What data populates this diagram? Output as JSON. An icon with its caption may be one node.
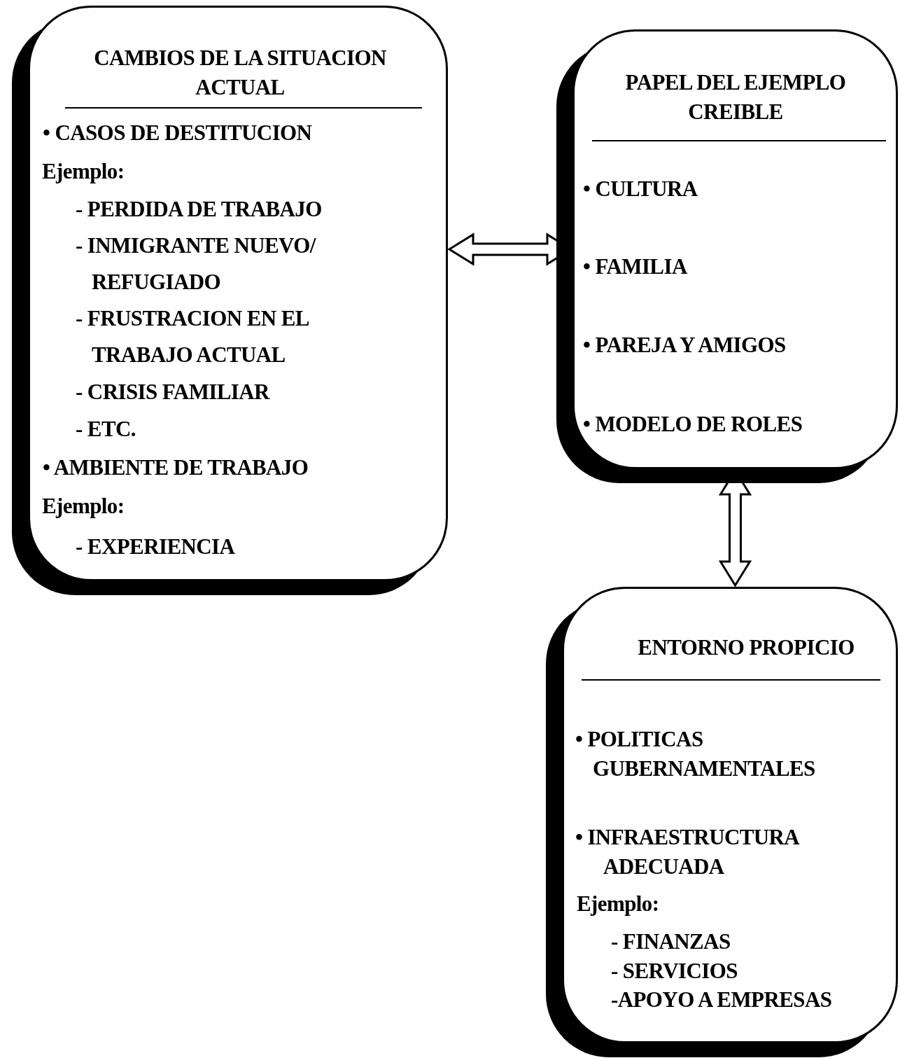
{
  "diagram": {
    "nodes": [
      {
        "text": [
          "CAMBIOS DE LA SITUACION ACTUAL",
          "• CASOS DE DESTITUCION",
          "Ejemplo:",
          "- PERDIDA DE TRABAJO",
          "- INMIGRANTE NUEVO/ REFUGIADO",
          "- FRUSTRACION EN EL TRABAJO ACTUAL",
          "- CRISIS FAMILIAR",
          "- ETC.",
          "• AMBIENTE DE TRABAJO",
          "Ejemplo:",
          "- EXPERIENCIA"
        ]
      },
      {
        "text": [
          "PAPEL DEL EJEMPLO CREIBLE",
          "• CULTURA",
          "• FAMILIA",
          "• PAREJA Y AMIGOS",
          "• MODELO DE ROLES"
        ]
      },
      {
        "text": [
          "ENTORNO PROPICIO",
          "• POLITICAS GUBERNAMENTALES",
          "• INFRAESTRUCTURA ADECUADA",
          "Ejemplo:",
          "- FINANZAS",
          "- SERVICIOS",
          "-APOYO A EMPRESAS"
        ]
      }
    ],
    "edges": [
      {
        "from": 0,
        "to": 1,
        "arrow": "both"
      },
      {
        "from": 1,
        "to": 2,
        "arrow": "both"
      }
    ]
  }
}
